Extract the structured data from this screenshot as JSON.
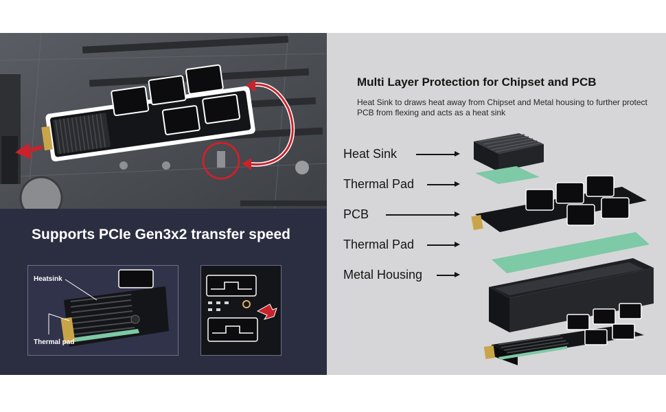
{
  "left": {
    "headline": "Supports PCIe Gen3x2 transfer speed",
    "inset_left": {
      "heatsink_label": "Heatsink",
      "thermal_pad_label": "Thermal pad"
    }
  },
  "right": {
    "title": "Multi Layer Protection for Chipset and PCB",
    "description": "Heat Sink to draws heat away from Chipset and Metal housing to further protect PCB from flexing and acts as a heat sink",
    "layers": [
      {
        "label": "Heat Sink"
      },
      {
        "label": "Thermal Pad"
      },
      {
        "label": "PCB"
      },
      {
        "label": "Thermal Pad"
      },
      {
        "label": "Metal Housing"
      }
    ]
  },
  "colors": {
    "accent_red": "#c8232c",
    "thermal_green": "#7ec9a6",
    "dark_panel": "#2b2d41",
    "light_panel": "#d6d6d8"
  }
}
